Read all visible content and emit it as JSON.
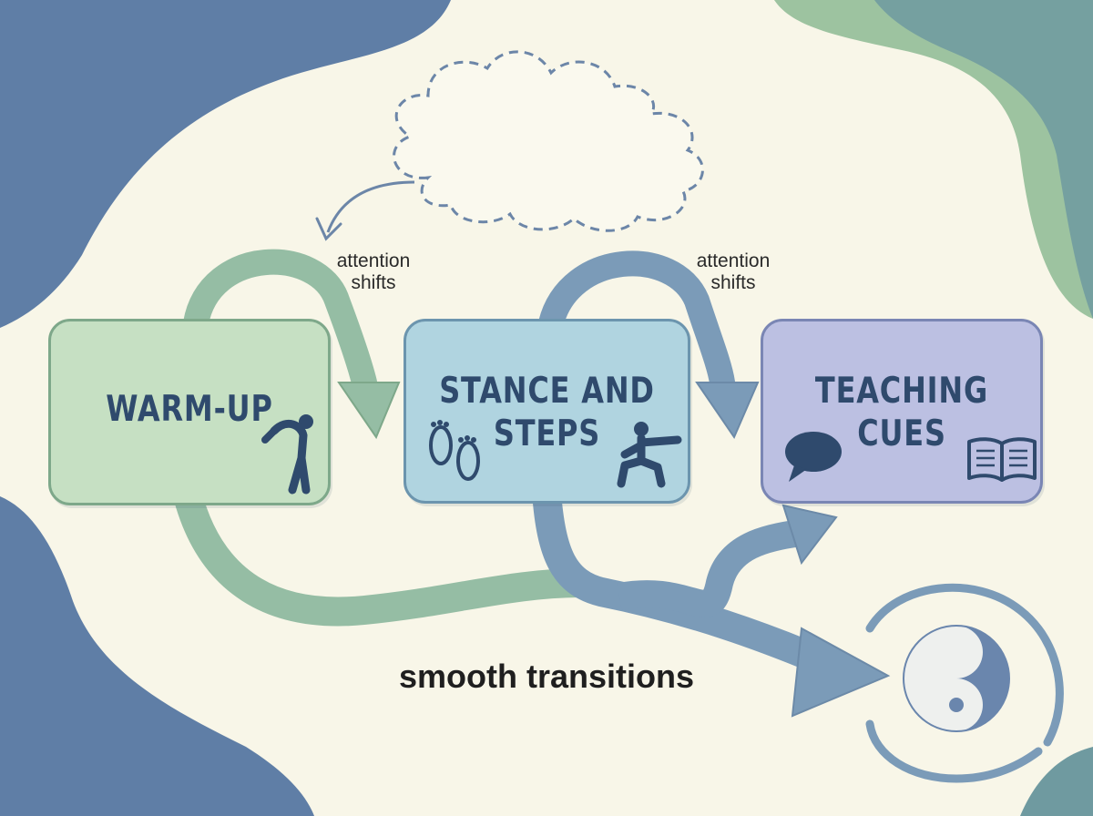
{
  "colors": {
    "background": "#f8f6e8",
    "blob_blue": "#5f7ea6",
    "blob_green": "#9dc3a0",
    "warmup_fill": "#c6e0c3",
    "warmup_border": "#7ea88a",
    "stance_fill": "#b0d4e0",
    "stance_border": "#6c95ae",
    "teaching_fill": "#bcc0e2",
    "teaching_border": "#7a86b4",
    "arrow_green": "#95bda4",
    "arrow_blue": "#7b9bb8",
    "icon_navy": "#2f4a6d"
  },
  "steps": [
    {
      "title_line1": "WARM-UP",
      "title_line2": "",
      "icon": "stretching-person-icon"
    },
    {
      "title_line1": "STANCE AND",
      "title_line2": "STEPS",
      "icons": [
        "footprints-icon",
        "tai-chi-stance-icon"
      ]
    },
    {
      "title_line1": "TEACHING",
      "title_line2": "CUES",
      "icons": [
        "speech-bubble-icon",
        "open-book-icon"
      ]
    }
  ],
  "labels": {
    "attention_1_line1": "attention",
    "attention_1_line2": "shifts",
    "attention_2_line1": "attention",
    "attention_2_line2": "shifts",
    "transitions": "smooth transitions"
  },
  "decor": {
    "thought": "dashed-cloud-icon",
    "balance": "yin-yang-icon"
  }
}
